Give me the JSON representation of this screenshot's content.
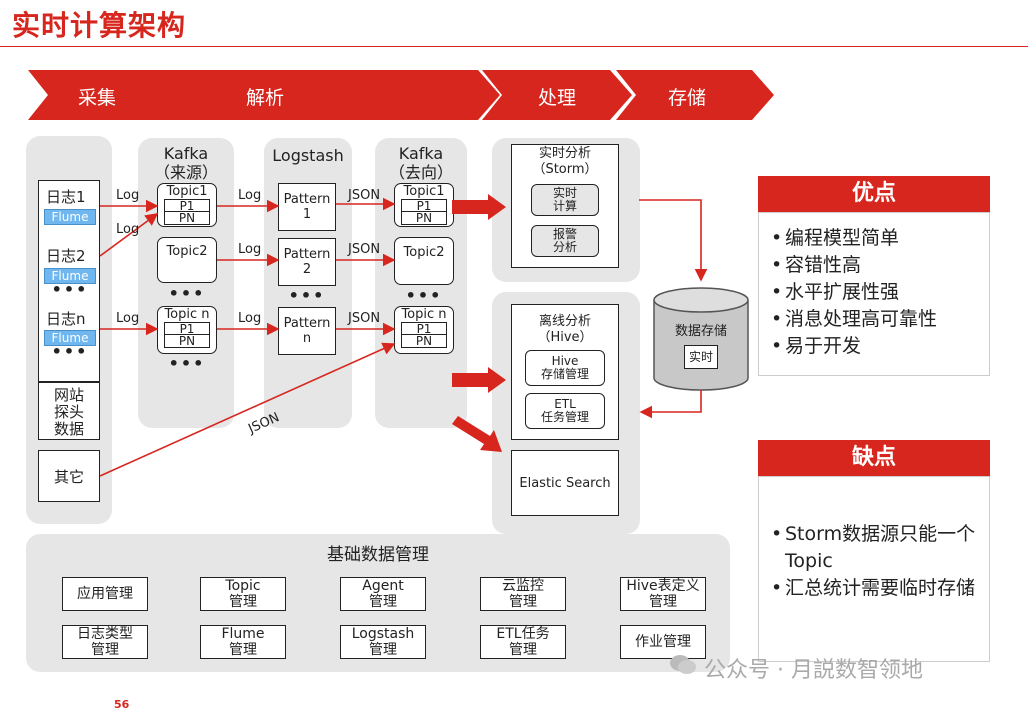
{
  "title": "实时计算架构",
  "stages": [
    "采集",
    "解析",
    "处理",
    "存储"
  ],
  "sources": {
    "log1": "日志1",
    "log2": "日志2",
    "logn": "日志n",
    "flume": "Flume",
    "dots": "•••",
    "web": "网站\n探头\n数据",
    "other": "其它"
  },
  "kafka_in": {
    "title": "Kafka\n（来源）",
    "topic1": "Topic1",
    "topic2": "Topic2",
    "topicn": "Topic n",
    "p1": "P1",
    "pn": "PN",
    "dots": "•••"
  },
  "logstash": {
    "title": "Logstash",
    "pattern1": "Pattern\n1",
    "pattern2": "Pattern\n2",
    "patternn": "Pattern\nn",
    "dots": "•••"
  },
  "kafka_out": {
    "title": "Kafka\n（去向）",
    "topic1": "Topic1",
    "topic2": "Topic2",
    "topicn": "Topic n",
    "p1": "P1",
    "pn": "PN",
    "dots": "•••"
  },
  "edge_labels": {
    "log": "Log",
    "json": "JSON"
  },
  "processing": {
    "storm_title": "实时分析\n（Storm）",
    "realtime_calc": "实时\n计算",
    "alarm": "报警\n分析",
    "offline_title": "离线分析\n（Hive）",
    "hive_storage": "Hive\n存储管理",
    "etl": "ETL\n任务管理",
    "es": "Elastic Search"
  },
  "storage": {
    "title": "数据存储",
    "realtime": "实时"
  },
  "pros": {
    "title": "优点",
    "items": [
      "编程模型简单",
      "容错性高",
      "水平扩展性强",
      "消息处理高可靠性",
      "易于开发"
    ]
  },
  "cons": {
    "title": "缺点",
    "items": [
      "Storm数据源只能一个Topic",
      "汇总统计需要临时存储"
    ]
  },
  "base": {
    "title": "基础数据管理",
    "row1": [
      "应用管理",
      "Topic\n管理",
      "Agent\n管理",
      "云监控\n管理",
      "Hive表定义\n管理"
    ],
    "row2": [
      "日志类型\n管理",
      "Flume\n管理",
      "Logstash\n管理",
      "ETL任务\n管理",
      "作业管理"
    ]
  },
  "watermark": "公众号 · 月説数智领地",
  "page_number": "56",
  "colors": {
    "accent": "#d7261e",
    "panel": "#e6e6e6",
    "flume_tag": "#6fb7ee"
  }
}
